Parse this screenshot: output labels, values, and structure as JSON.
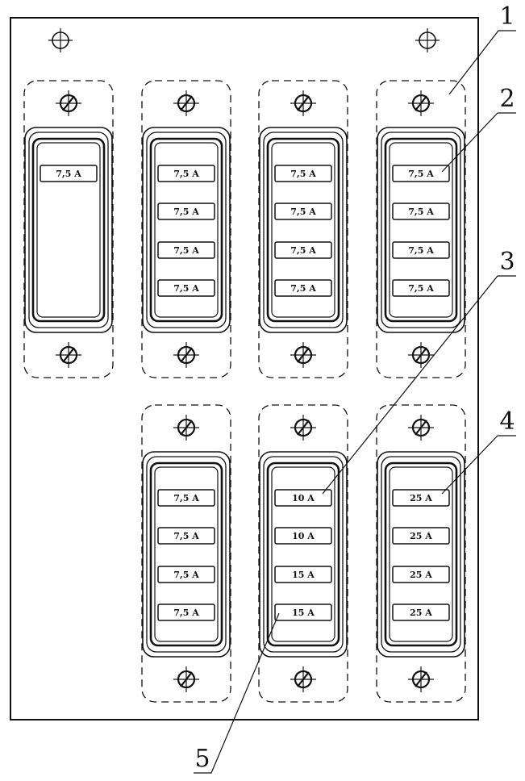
{
  "modules": [
    {
      "fuses": [
        "7,5 A"
      ]
    },
    {
      "fuses": [
        "7,5 A",
        "7,5 A",
        "7,5 A",
        "7,5 A"
      ]
    },
    {
      "fuses": [
        "7,5 A",
        "7,5 A",
        "7,5 A",
        "7,5 A"
      ]
    },
    {
      "fuses": [
        "7,5 A",
        "7,5 A",
        "7,5 A",
        "7,5 A"
      ]
    },
    {
      "fuses": [
        "7,5 A",
        "7,5 A",
        "7,5 A",
        "7,5 A"
      ]
    },
    {
      "fuses": [
        "10 A",
        "10 A",
        "15 A",
        "15 A"
      ]
    },
    {
      "fuses": [
        "25 A",
        "25 A",
        "25 A",
        "25 A"
      ]
    }
  ],
  "callouts": [
    "1",
    "2",
    "3",
    "4",
    "5"
  ]
}
